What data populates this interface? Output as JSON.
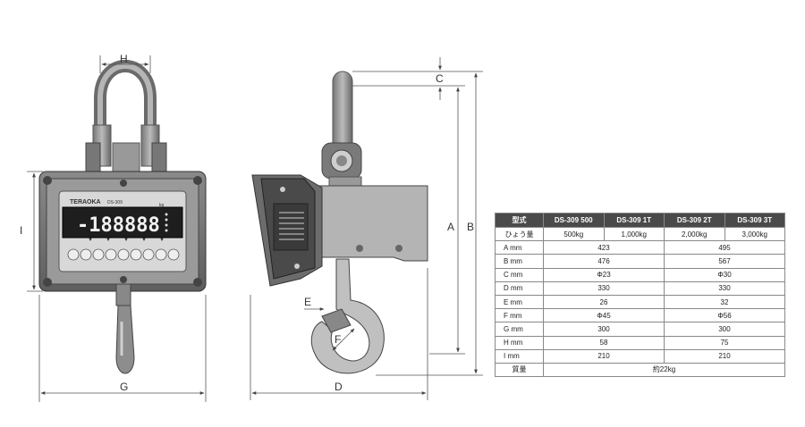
{
  "product": {
    "brand": "TERAOKA",
    "model_plate": "DS-309",
    "display_digits": "-188888",
    "unit_mark": "kg"
  },
  "dimensions": {
    "labels": [
      "A",
      "B",
      "C",
      "D",
      "E",
      "F",
      "G",
      "H",
      "I"
    ]
  },
  "spec_table": {
    "headers": [
      "型式",
      "DS-309 500",
      "DS-309 1T",
      "DS-309 2T",
      "DS-309 3T"
    ],
    "capacity_label": "ひょう量",
    "capacities": [
      "500kg",
      "1,000kg",
      "2,000kg",
      "3,000kg"
    ],
    "rows": [
      {
        "label": "A mm",
        "small": "423",
        "large": "495"
      },
      {
        "label": "B mm",
        "small": "476",
        "large": "567"
      },
      {
        "label": "C mm",
        "small": "Φ23",
        "large": "Φ30"
      },
      {
        "label": "D mm",
        "small": "330",
        "large": "330"
      },
      {
        "label": "E mm",
        "small": "26",
        "large": "32"
      },
      {
        "label": "F mm",
        "small": "Φ45",
        "large": "Φ56"
      },
      {
        "label": "G mm",
        "small": "300",
        "large": "300"
      },
      {
        "label": "H mm",
        "small": "58",
        "large": "75"
      },
      {
        "label": "I mm",
        "small": "210",
        "large": "210"
      }
    ],
    "weight_label": "質量",
    "weight_value": "約22kg"
  }
}
